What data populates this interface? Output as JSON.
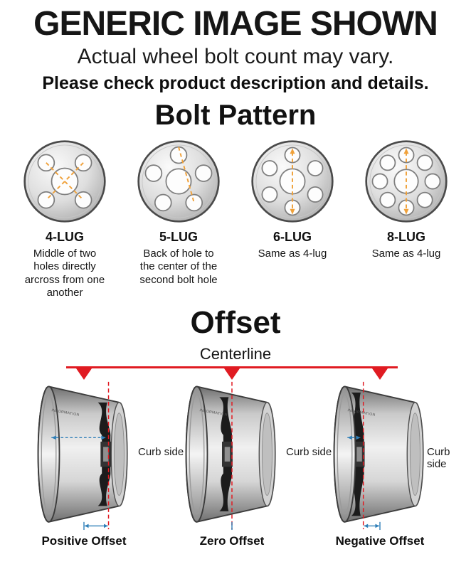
{
  "header": {
    "title": "GENERIC IMAGE SHOWN",
    "subtitle": "Actual wheel bolt count may vary.",
    "note": "Please check product description and details."
  },
  "bolt_pattern": {
    "heading": "Bolt Pattern",
    "items": [
      {
        "label": "4-LUG",
        "description": "Middle of two holes directly arcross from one another"
      },
      {
        "label": "5-LUG",
        "description": "Back of hole to the center of the second bolt hole"
      },
      {
        "label": "6-LUG",
        "description": "Same as 4-lug"
      },
      {
        "label": "8-LUG",
        "description": "Same as 4-lug"
      }
    ]
  },
  "offset": {
    "heading": "Offset",
    "centerline_label": "Centerline",
    "curb_side_label": "Curb side",
    "wheel_watermark": "INFORMATION",
    "items": [
      {
        "label": "Positive Offset"
      },
      {
        "label": "Zero Offset"
      },
      {
        "label": "Negative Offset"
      }
    ]
  },
  "colors": {
    "accent_red": "#e01b22",
    "measure_orange": "#f0a13a",
    "measure_blue": "#2f7fb8"
  }
}
